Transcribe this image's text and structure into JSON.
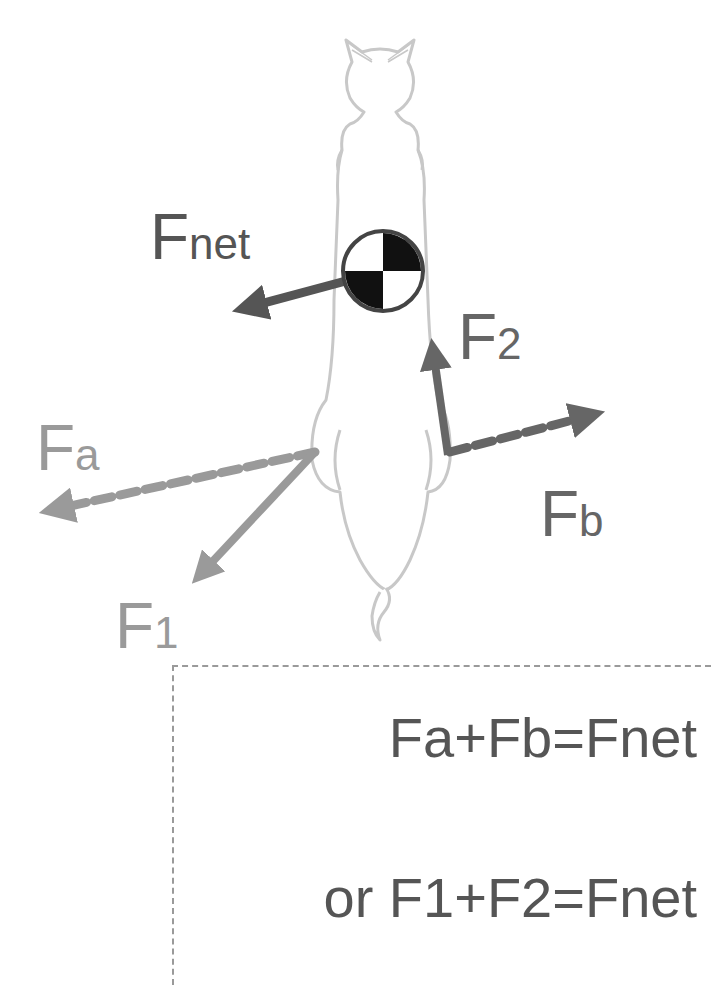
{
  "diagram": {
    "nodes": [
      {
        "text": [
          "Fa+Fb=Fnet",
          "or F1+F2=Fnet"
        ]
      }
    ],
    "labels": [
      "Fnet",
      "F2",
      "Fa",
      "Fb",
      "F1"
    ]
  }
}
